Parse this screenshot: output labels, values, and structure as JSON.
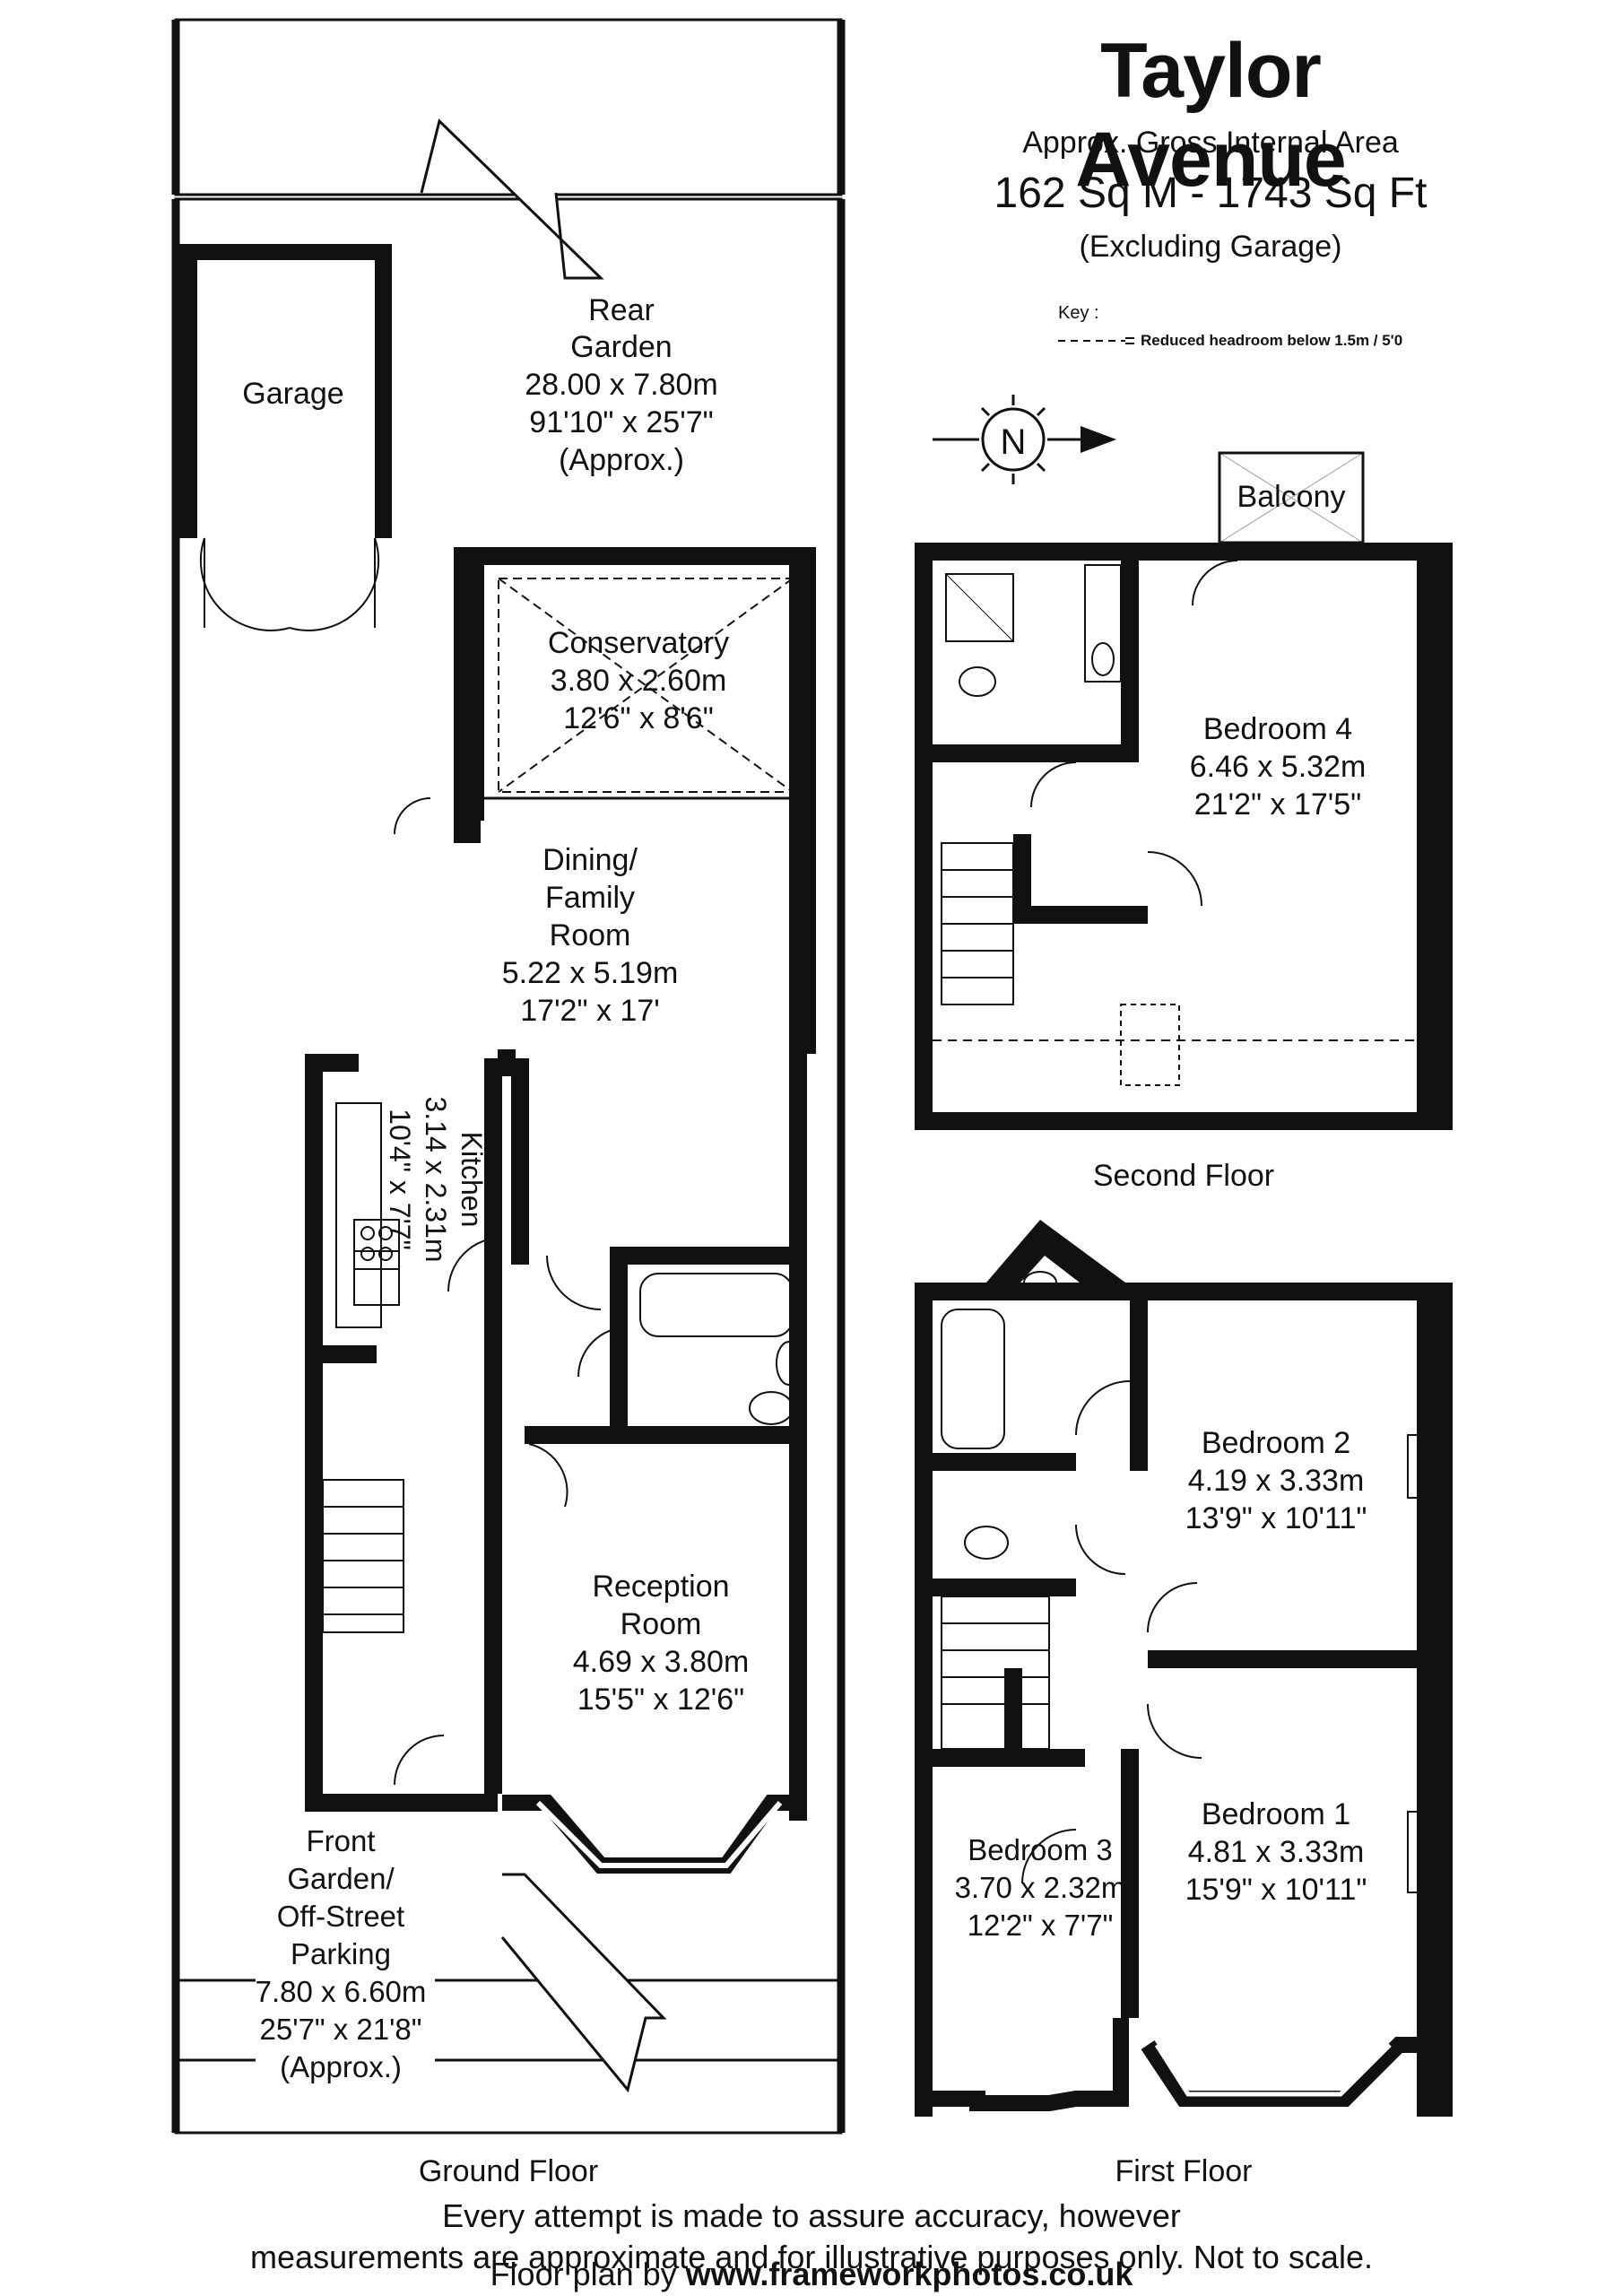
{
  "header": {
    "title": "Taylor Avenue",
    "area_label": "Approx. Gross Internal Area",
    "area_value": "162 Sq M - 1743 Sq Ft",
    "area_note": "(Excluding Garage)",
    "key_label": "Key :",
    "key_text": "Reduced  headroom below 1.5m / 5'0",
    "compass_letter": "N"
  },
  "ground_floor": {
    "label": "Ground Floor",
    "rear_garden": [
      "Rear",
      "Garden",
      "28.00 x 7.80m",
      "91'10\" x 25'7\"",
      "(Approx.)"
    ],
    "garage": "Garage",
    "conservatory": [
      "Conservatory",
      "3.80 x 2.60m",
      "12'6\" x 8'6\""
    ],
    "dining": [
      "Dining/",
      "Family",
      "Room",
      "5.22 x 5.19m",
      "17'2\" x 17'"
    ],
    "kitchen": [
      "Kitchen",
      "3.14 x 2.31m",
      "10'4\" x 7'7\""
    ],
    "reception": [
      "Reception",
      "Room",
      "4.69 x 3.80m",
      "15'5\" x 12'6\""
    ],
    "front_garden": [
      "Front",
      "Garden/",
      "Off-Street",
      "Parking",
      "7.80 x 6.60m",
      "25'7\" x 21'8\"",
      "(Approx.)"
    ]
  },
  "second_floor": {
    "label": "Second Floor",
    "balcony": "Balcony",
    "bedroom4": [
      "Bedroom 4",
      "6.46 x 5.32m",
      "21'2\" x 17'5\""
    ]
  },
  "first_floor": {
    "label": "First Floor",
    "bedroom2": [
      "Bedroom 2",
      "4.19 x 3.33m",
      "13'9\" x 10'11\""
    ],
    "bedroom1": [
      "Bedroom 1",
      "4.81 x 3.33m",
      "15'9\" x 10'11\""
    ],
    "bedroom3": [
      "Bedroom 3",
      "3.70 x 2.32m",
      "12'2\" x 7'7\""
    ]
  },
  "footer": {
    "line1": "Every attempt is made to assure accuracy, however",
    "line2": "measurements are approximate and for illustrative purposes only. Not to scale.",
    "line3_prefix": "Floor plan by",
    "line3_url": "www.frameworkphotos.co.uk"
  }
}
